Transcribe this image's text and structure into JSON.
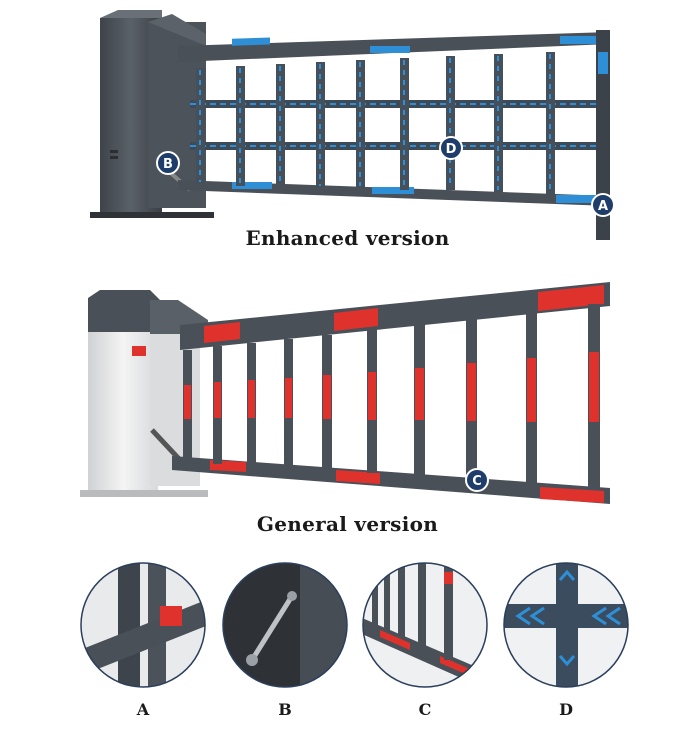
{
  "captions": {
    "enhanced": "Enhanced version",
    "general": "General version"
  },
  "markers": {
    "a": "A",
    "b": "B",
    "c": "C",
    "d": "D"
  },
  "detail_labels": [
    "A",
    "B",
    "C",
    "D"
  ],
  "colors": {
    "frame": "#4a5058",
    "blue_stripe": "#2e8fd6",
    "red_stripe": "#e0322c",
    "cabinet_white": "#eeeeee",
    "marker": "#1e3d6b"
  }
}
